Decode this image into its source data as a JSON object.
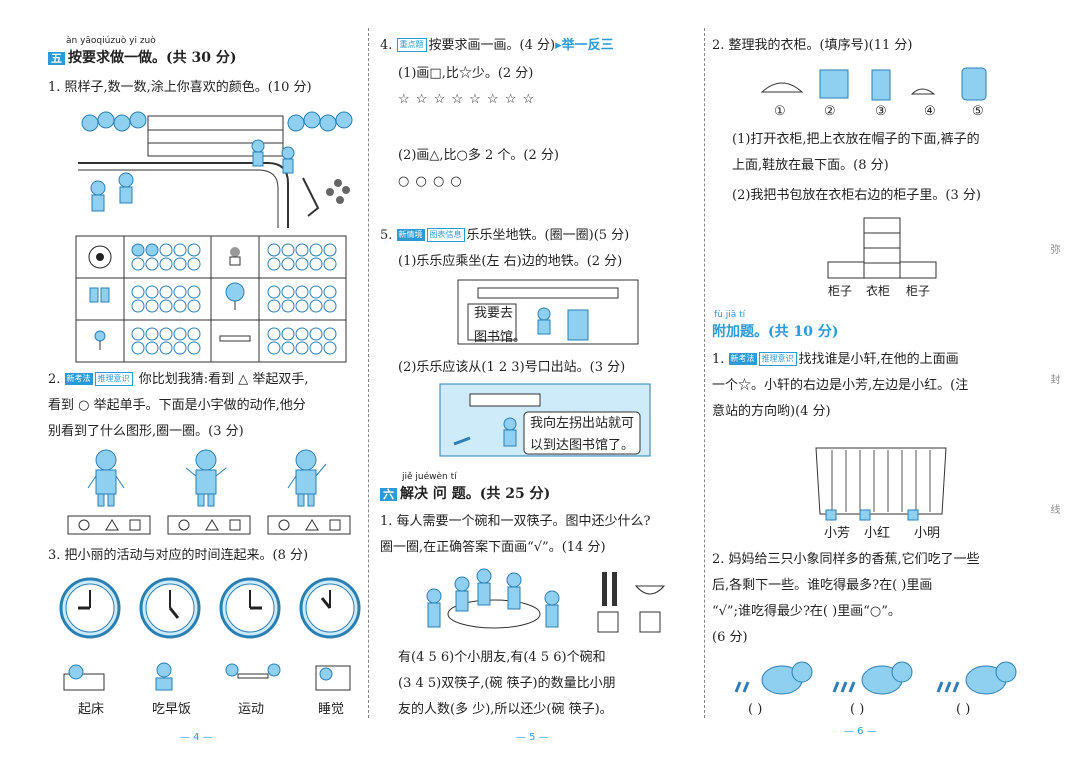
{
  "page4": {
    "pinyin": "àn yāoqiúzuò yi zuò",
    "section_num": "五",
    "section_title": "按要求做一做。(共 30 分)",
    "q1": "1. 照样子,数一数,涂上你喜欢的颜色。(10 分)",
    "q2_num": "2.",
    "q2_badge1": "新考法",
    "q2_badge2": "推理意识",
    "q2_line1": "你比划我猜:看到 △ 举起双手,",
    "q2_line2": "看到 ○ 举起单手。下面是小宇做的动作,他分",
    "q2_line3": "别看到了什么图形,圈一圈。(3 分)",
    "q3": "3. 把小丽的活动与对应的时间连起来。(8 分)",
    "activities": [
      "起床",
      "吃早饭",
      "运动",
      "睡觉"
    ],
    "page_num": "— 4 —"
  },
  "page5": {
    "q4_num": "4.",
    "q4_badge": "重点题",
    "q4_text": "按要求画一画。(4 分)",
    "q4_tag": "▸举一反三",
    "q4_1": "(1)画□,比☆少。(2 分)",
    "stars": "☆ ☆ ☆ ☆ ☆ ☆ ☆ ☆",
    "q4_2": "(2)画△,比○多 2 个。(2 分)",
    "circles": "○ ○ ○ ○",
    "q5_num": "5.",
    "q5_badge1": "新情境",
    "q5_badge2": "图表信息",
    "q5_text": "乐乐坐地铁。(圈一圈)(5 分)",
    "q5_1": "(1)乐乐应乘坐(左   右)边的地铁。(2 分)",
    "bubble1a": "我要去",
    "bubble1b": "图书馆。",
    "q5_2": "(2)乐乐应该从(1   2   3)号口出站。(3 分)",
    "bubble2a": "我向左拐出站就可",
    "bubble2b": "以到达图书馆了。",
    "pinyin6": "jiě juéwèn tí",
    "section6_num": "六",
    "section6_title": "解决 问 题。(共 25 分)",
    "p1_l1": "1. 每人需要一个碗和一双筷子。图中还少什么?",
    "p1_l2": "圈一圈,在正确答案下面画“√”。(14 分)",
    "p1_l3": "有(4   5   6)个小朋友,有(4   5   6)个碗和",
    "p1_l4": "(3   4   5)双筷子,(碗   筷子)的数量比小朋",
    "p1_l5": "友的人数(多   少),所以还少(碗   筷子)。",
    "page_num": "— 5 —"
  },
  "page6": {
    "q2": "2. 整理我的衣柜。(填序号)(11 分)",
    "items": [
      "①",
      "②",
      "③",
      "④",
      "⑤"
    ],
    "q2_1a": "(1)打开衣柜,把上衣放在帽子的下面,裤子的",
    "q2_1b": "上面,鞋放在最下面。(8 分)",
    "q2_2": "(2)我把书包放在衣柜右边的柜子里。(3 分)",
    "cabinet_labels": [
      "柜子",
      "衣柜",
      "柜子"
    ],
    "pinyin": "fù jiā tí",
    "extra_title": "附加题。(共 10 分)",
    "e1_num": "1.",
    "e1_badge1": "新考法",
    "e1_badge2": "推理意识",
    "e1_l1": "找找谁是小轩,在他的上面画",
    "e1_l2": "一个☆。小轩的右边是小芳,左边是小红。(注",
    "e1_l3": "意站的方向哟)(4 分)",
    "names": [
      "小芳",
      "小红",
      "小明"
    ],
    "e2_l1": "2. 妈妈给三只小象同样多的香蕉,它们吃了一些",
    "e2_l2": "后,各剩下一些。谁吃得最多?在(      )里画",
    "e2_l3": "“√”;谁吃得最少?在(      )里画“○”。",
    "e2_l4": "(6 分)",
    "paren": [
      "(      )",
      "(      )",
      "(      )"
    ],
    "page_num": "— 6 —",
    "margin_marks": [
      "弥",
      "封",
      "线"
    ]
  }
}
